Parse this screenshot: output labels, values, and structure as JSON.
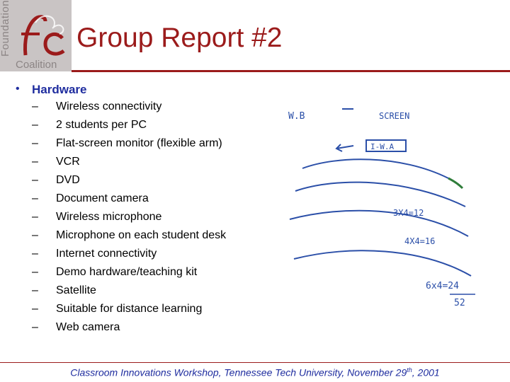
{
  "logo": {
    "side_text": "Foundation",
    "bottom_text": "Coalition",
    "mark_text": "fc"
  },
  "title": "Group Report #2",
  "section": {
    "bullet": "•",
    "heading": "Hardware",
    "dash": "–",
    "items": [
      "Wireless connectivity",
      "2 students per PC",
      "Flat-screen monitor (flexible arm)",
      "VCR",
      "DVD",
      "Document camera",
      "Wireless microphone",
      "Microphone on each student desk",
      "Internet connectivity",
      "Demo hardware/teaching kit",
      "Satellite",
      "Suitable for distance learning",
      "Web camera"
    ]
  },
  "sketch": {
    "label_wb": "W.B",
    "label_screen": "SCREEN",
    "label_iwa": "I-W.A",
    "eq1": "3X4=12",
    "eq2": "4X4=16",
    "eq3": "6x4=24",
    "total": "52",
    "colors": {
      "ink": "#2b4fa8",
      "green": "#2f7d3a"
    }
  },
  "footer": {
    "text": "Classroom Innovations Workshop, Tennessee Tech University, November 29",
    "sup": "th",
    "tail": ", 2001"
  },
  "colors": {
    "title": "#9b1b1b",
    "accent": "#1f2d9f"
  }
}
